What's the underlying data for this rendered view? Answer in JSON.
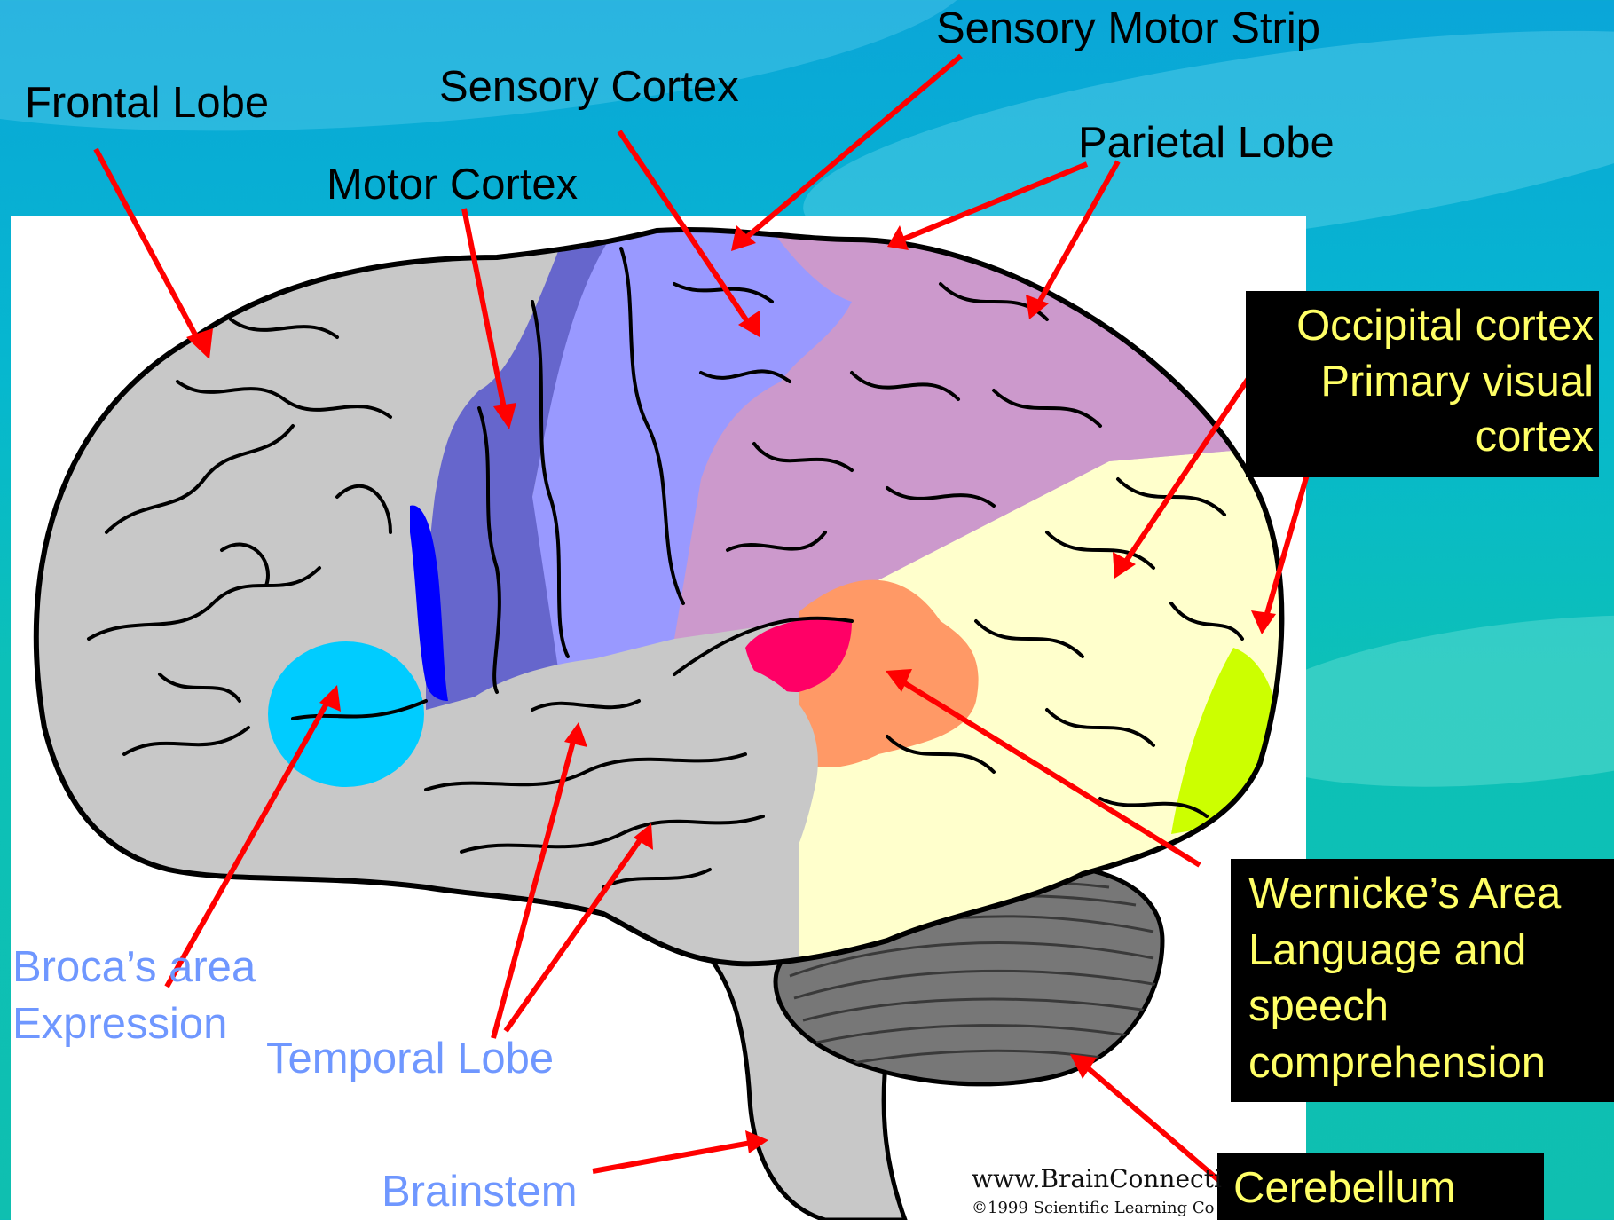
{
  "labels": {
    "frontal_lobe": "Frontal Lobe",
    "sensory_cortex": "Sensory Cortex",
    "motor_cortex": "Motor Cortex",
    "sensory_motor_strip": "Sensory Motor Strip",
    "parietal_lobe": "Parietal Lobe",
    "brocas_line1": "Broca’s area",
    "brocas_line2": "Expression",
    "temporal_lobe": "Temporal Lobe",
    "brainstem": "Brainstem",
    "cerebellum": "Cerebellum"
  },
  "occipital_box": {
    "line1": "Occipital cortex",
    "line2": "Primary visual",
    "line3": "cortex"
  },
  "wernicke_box": {
    "line1": "Wernicke’s Area",
    "line2": "Language and",
    "line3": "speech",
    "line4": "comprehension"
  },
  "credits": {
    "site": "www.BrainConnecti",
    "copyright": "©1999 Scientific Learning Co"
  },
  "colors": {
    "frontal": "#c8c8c8",
    "motor": "#6666cc",
    "sensory": "#9999ff",
    "parietal": "#cc99cc",
    "occipital_temporal_post": "#ffffcc",
    "visual": "#ccff00",
    "brocas": "#00ccff",
    "wernicke": "#ff9966",
    "angular": "#ff0066",
    "cerebellum": "#777777",
    "arrow": "#ff0000",
    "dark_strip": "#0000ff"
  }
}
